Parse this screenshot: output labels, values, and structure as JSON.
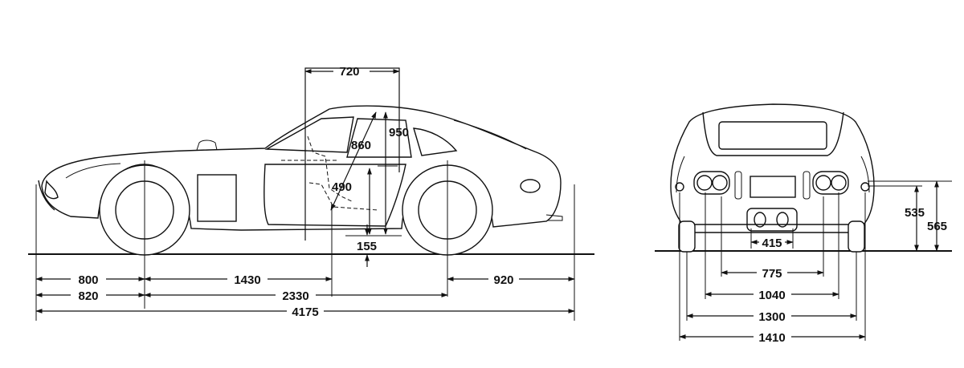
{
  "colors": {
    "line": "#111111",
    "background": "#ffffff"
  },
  "side_view": {
    "dimensions": {
      "top_box": "720",
      "roof_height": "950",
      "seat_height": "860",
      "seat_depth": "490",
      "ground_clearance": "155",
      "front_overhang_wheel": "800",
      "front_overhang_total": "820",
      "door_section": "1430",
      "wheelbase": "2330",
      "rear_overhang": "920",
      "overall_length": "4175"
    }
  },
  "rear_view": {
    "dimensions": {
      "lamp_height": "535",
      "bumper_height": "565",
      "exhaust_spacing": "415",
      "inner_width": "775",
      "frame_width": "1040",
      "track": "1300",
      "overall_width": "1410"
    }
  }
}
